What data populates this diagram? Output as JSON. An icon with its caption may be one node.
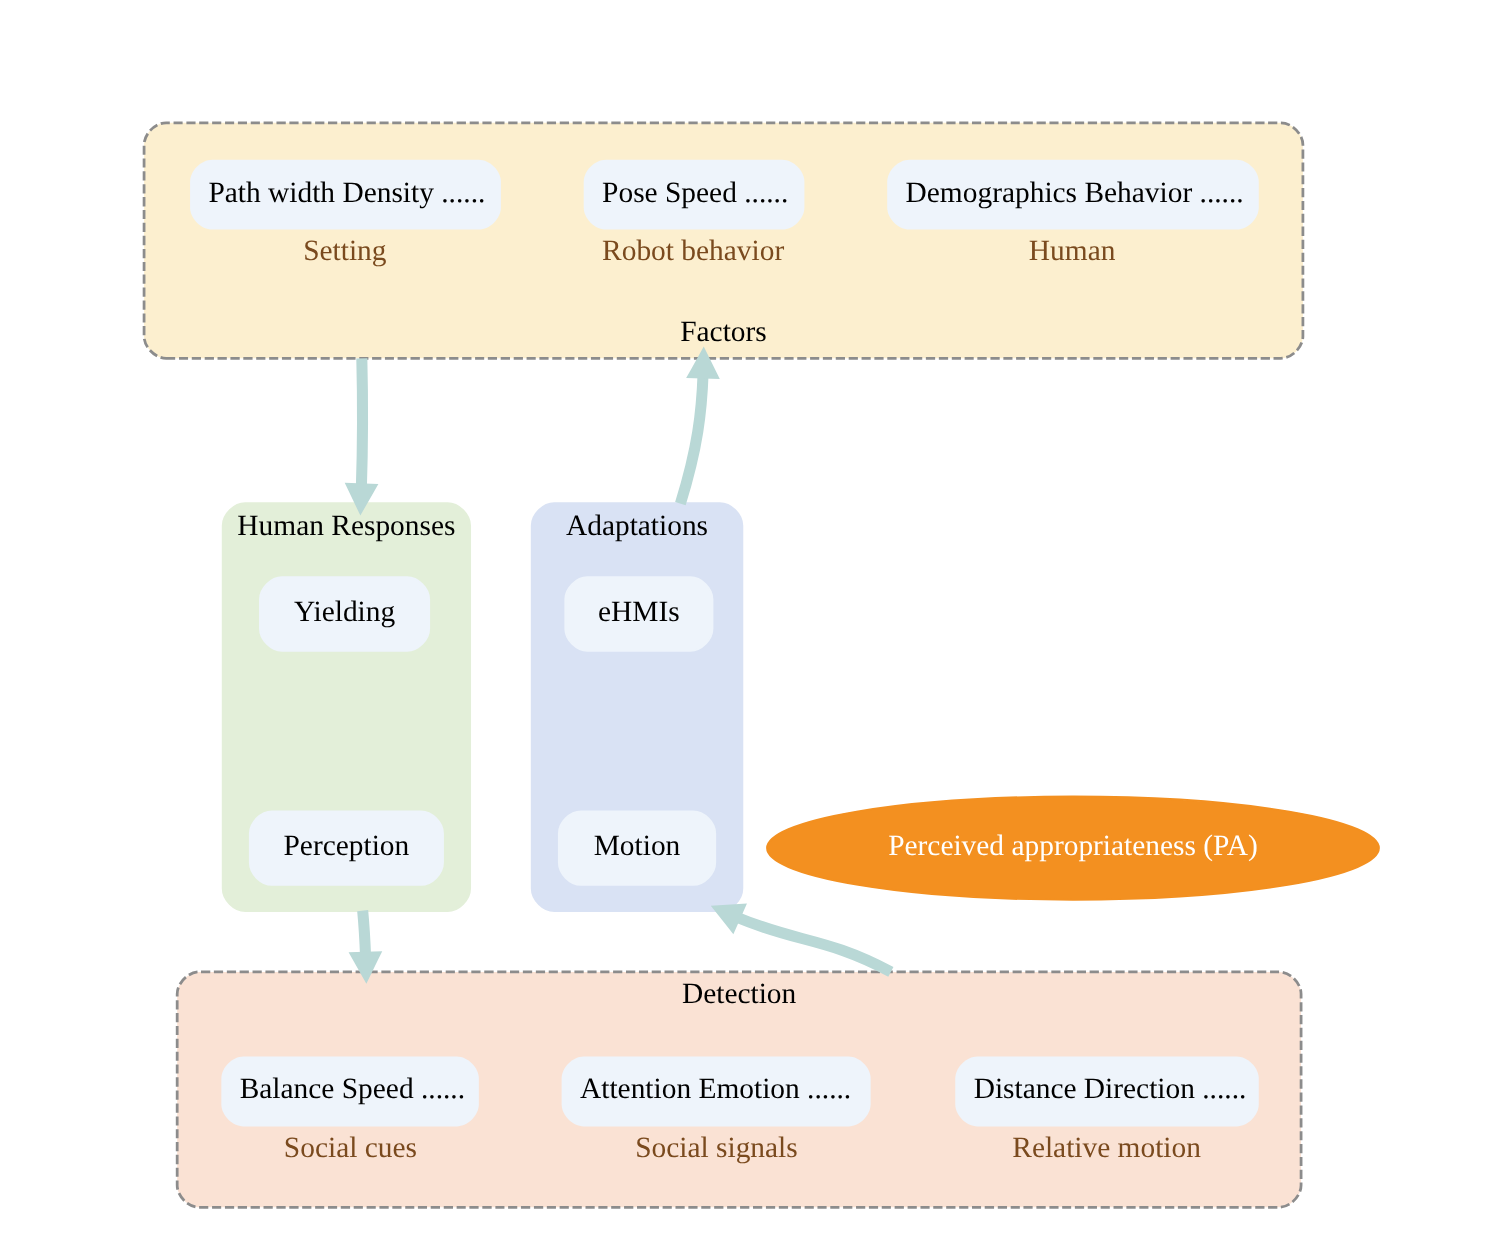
{
  "diagram": {
    "nodes": [
      {
        "text": [
          "Factors"
        ]
      },
      {
        "text": [
          "Path width Density ......"
        ],
        "beside": [
          "Setting"
        ],
        "in": 0
      },
      {
        "text": [
          "Demographics Behavior ......"
        ],
        "beside": [
          "Human"
        ],
        "in": 0
      },
      {
        "text": [
          "Pose Speed ......"
        ],
        "beside": [
          "Robot behavior"
        ],
        "in": 0
      },
      {
        "text": [
          "Human Responses"
        ]
      },
      {
        "text": [
          "Yielding"
        ],
        "in": 4
      },
      {
        "text": [
          "Perception"
        ],
        "in": 4
      },
      {
        "text": [
          "Perceived appropriateness (PA)"
        ]
      },
      {
        "text": [
          "Adaptations"
        ]
      },
      {
        "text": [
          "eHMIs"
        ],
        "in": 8
      },
      {
        "text": [
          "Motion"
        ],
        "in": 8
      },
      {
        "text": [
          "Detection"
        ]
      },
      {
        "text": [
          "Balance Speed ......"
        ],
        "beside": [
          "Social cues"
        ],
        "in": 11
      },
      {
        "text": [
          "Attention Emotion ......"
        ],
        "beside": [
          "Social signals"
        ],
        "in": 11
      },
      {
        "text": [
          "Distance Direction ......"
        ],
        "beside": [
          "Relative motion"
        ],
        "in": 11
      }
    ],
    "edges": [
      {
        "from": 0,
        "to": 4,
        "arrow": "to"
      },
      {
        "from": 4,
        "to": 11,
        "arrow": "to"
      },
      {
        "from": 11,
        "to": 8,
        "arrow": "to"
      },
      {
        "from": 8,
        "to": 0,
        "arrow": "to"
      }
    ]
  }
}
